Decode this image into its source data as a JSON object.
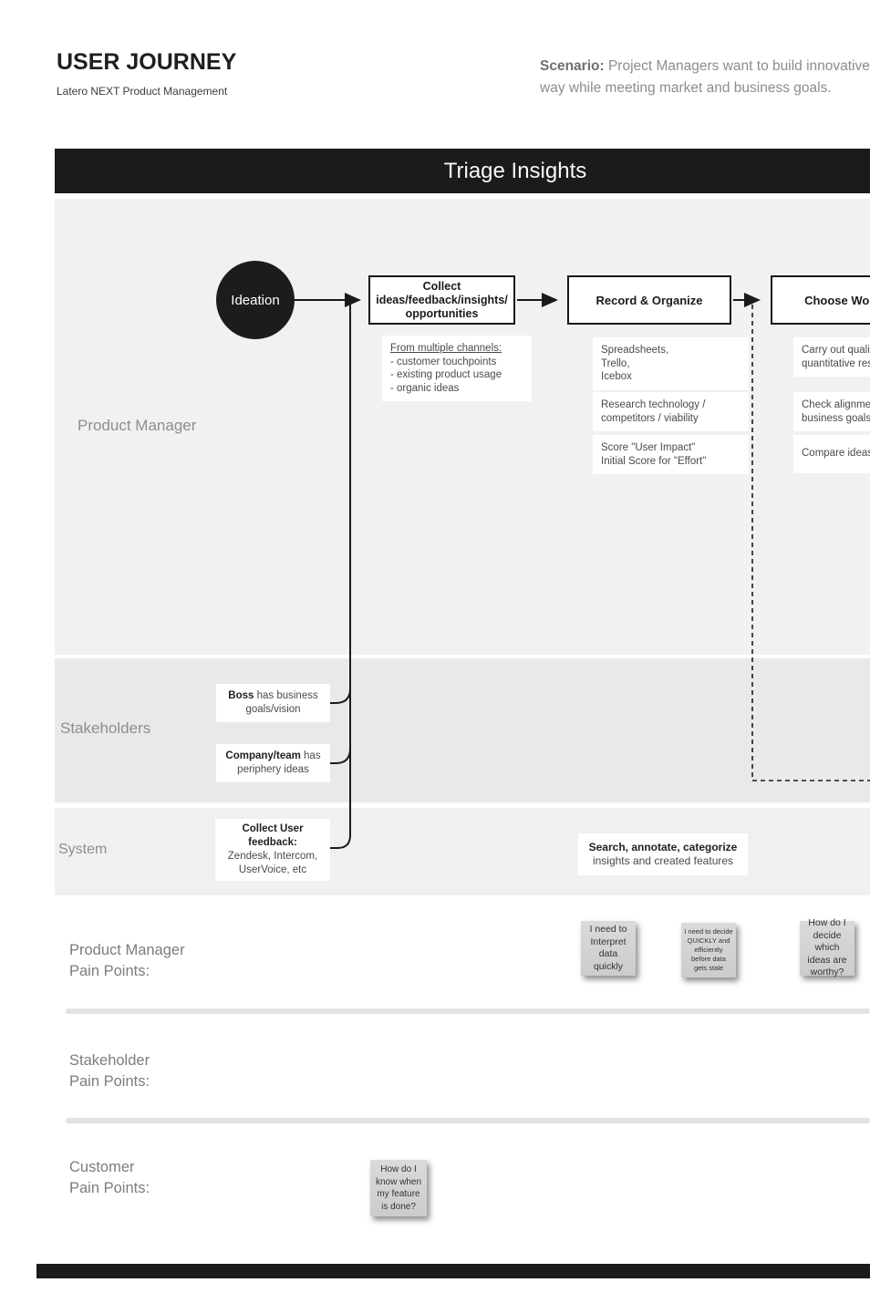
{
  "colors": {
    "phase_bar_bg": "#1b1b1b",
    "lane_light": "#f1f1f1",
    "lane_dark": "#e9e9e9",
    "sticky_bg": "#d5d5d5",
    "muted_text": "#8e8e8e"
  },
  "header": {
    "title": "USER JOURNEY",
    "subtitle": "Latero NEXT Product Management",
    "scenario_label": "Scenario:",
    "scenario_line1": "Project Managers want to build innovative",
    "scenario_line2": "way while meeting market and business goals."
  },
  "phase_bar": {
    "title": "Triage Insights"
  },
  "lanes": [
    {
      "label": "Product Manager"
    },
    {
      "label": "Stakeholders"
    },
    {
      "label": "System"
    }
  ],
  "flow": {
    "start_label": "Ideation",
    "collect_box": {
      "lines": [
        "Collect",
        "ideas/feedback/insights/",
        "opportunities"
      ]
    },
    "record_box": {
      "label": "Record & Organize"
    },
    "choose_box": {
      "label": "Choose Worthy"
    },
    "channels_note": {
      "title": "From multiple channels:",
      "items": [
        "- customer touchpoints",
        "- existing product usage",
        "- organic ideas"
      ]
    },
    "record_notes": [
      {
        "lines": [
          "Spreadsheets,",
          "Trello,",
          "Icebox"
        ]
      },
      {
        "lines": [
          "Research technology /",
          "competitors / viability"
        ]
      },
      {
        "lines": [
          "Score \"User Impact\"",
          "Initial Score for \"Effort\""
        ]
      }
    ],
    "choose_notes": [
      {
        "lines": [
          "Carry out qualitative /",
          "quantitative research"
        ]
      },
      {
        "lines": [
          "Check alignment with",
          "business goals"
        ]
      },
      {
        "lines": [
          "Compare ideas"
        ]
      }
    ]
  },
  "stakeholders": {
    "boxes": [
      {
        "bold": "Boss",
        "rest": " has business goals/vision"
      },
      {
        "bold": "Company/team",
        "rest": " has periphery ideas"
      }
    ]
  },
  "system": {
    "feedback": {
      "bold": "Collect User feedback:",
      "lines": [
        "Zendesk, Intercom,",
        "UserVoice, etc"
      ]
    },
    "search": {
      "bold": "Search, annotate, categorize",
      "rest": "insights and created features"
    }
  },
  "pain": {
    "sections": [
      {
        "lines": [
          "Product Manager",
          "Pain Points:"
        ]
      },
      {
        "lines": [
          "Stakeholder",
          "Pain Points:"
        ]
      },
      {
        "lines": [
          "Customer",
          "Pain Points:"
        ]
      }
    ],
    "stickies_pm": [
      "I need to Interpret data quickly",
      "I need to decide QUICKLY and efficiently before data gets stale",
      "How do I decide which ideas are worthy?"
    ],
    "sticky_customer": "How do I know when my feature is done?"
  }
}
